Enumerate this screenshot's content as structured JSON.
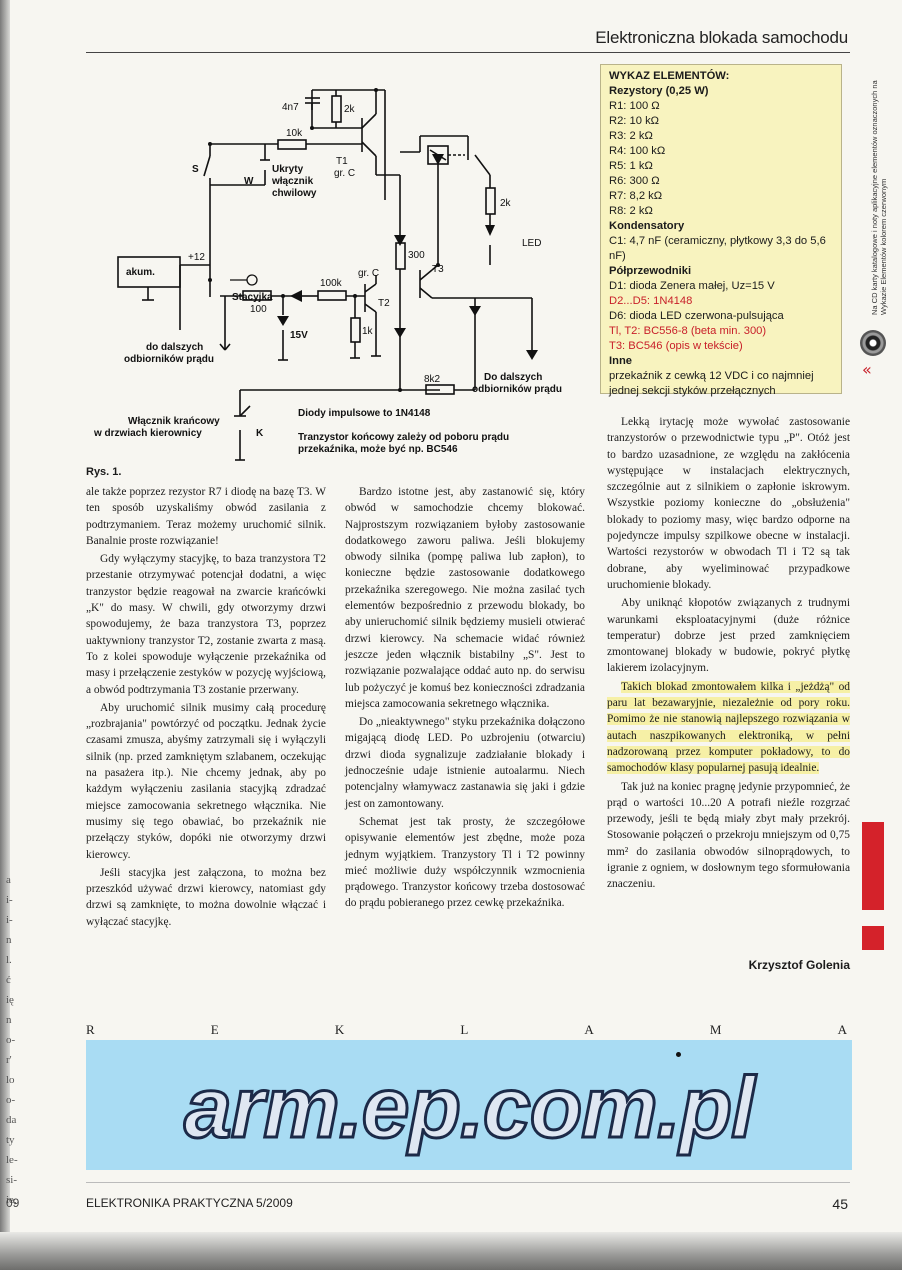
{
  "header": {
    "title": "Elektroniczna blokada samochodu"
  },
  "figure": {
    "caption": "Rys. 1.",
    "labels": {
      "c4n7": "4n7",
      "r2k_top": "2k",
      "r10k": "10k",
      "t1": "T1",
      "grc1": "gr. C",
      "s": "S",
      "w": "W",
      "ukryty": "Ukryty",
      "wlacznik": "włącznik",
      "chwilowy": "chwilowy",
      "r2k_led": "2k",
      "led": "LED",
      "t3": "T3",
      "akum": "akum.",
      "plus12": "+12",
      "stacyjka": "Stacyjka",
      "r300": "300",
      "r100k": "100k",
      "grc2": "gr. C",
      "t2": "T2",
      "r100": "100",
      "r1k": "1k",
      "z15v": "15V",
      "dalszych1": "do dalszych",
      "odbiornikow1": "odbiorników prądu",
      "r8k2": "8k2",
      "dalszych2": "Do dalszych",
      "odbiornikow2": "odbiorników prądu",
      "wlacznik_kr1": "Włącznik krańcowy",
      "wlacznik_kr2": "w drzwiach kierownicy",
      "k": "K",
      "note1": "Diody impulsowe to 1N4148",
      "note2": "Tranzystor końcowy zależy od poboru prądu",
      "note3": "przekaźnika, może być np. BC546"
    }
  },
  "parts": {
    "title": "WYKAZ ELEMENTÓW:",
    "lines": [
      {
        "t": "Rezystory (0,25 W)",
        "s": "sec"
      },
      {
        "t": "R1: 100 Ω",
        "s": ""
      },
      {
        "t": "R2: 10 kΩ",
        "s": ""
      },
      {
        "t": "R3: 2 kΩ",
        "s": ""
      },
      {
        "t": "R4: 100 kΩ",
        "s": ""
      },
      {
        "t": "R5: 1 kΩ",
        "s": ""
      },
      {
        "t": "R6: 300 Ω",
        "s": ""
      },
      {
        "t": "R7: 8,2 kΩ",
        "s": ""
      },
      {
        "t": "R8: 2 kΩ",
        "s": ""
      },
      {
        "t": "Kondensatory",
        "s": "sec"
      },
      {
        "t": "C1: 4,7 nF (ceramiczny, płytkowy 3,3 do 5,6 nF)",
        "s": ""
      },
      {
        "t": "Półprzewodniki",
        "s": "sec"
      },
      {
        "t": "D1: dioda Zenera małej, Uz=15 V",
        "s": ""
      },
      {
        "t": "D2...D5: 1N4148",
        "s": "red"
      },
      {
        "t": "D6: dioda LED czerwona-pulsująca",
        "s": ""
      },
      {
        "t": "Tl, T2: BC556-8 (beta min. 300)",
        "s": "red"
      },
      {
        "t": "T3: BC546 (opis w tekście)",
        "s": "red"
      },
      {
        "t": "Inne",
        "s": "sec"
      },
      {
        "t": "przekaźnik z cewką 12 VDC i co najmniej jednej sekcji styków przełącznych",
        "s": ""
      }
    ],
    "side_note": "Na CD karty katalogowe i noty aplikacyjne elementów oznaczonych na Wykazie Elementów kolorem czerwonym"
  },
  "col1": [
    "ale także poprzez rezystor R7 i diodę na bazę T3. W ten sposób uzyskaliśmy obwód zasilania z podtrzymaniem. Teraz możemy uruchomić silnik. Banalnie proste rozwiązanie!",
    "Gdy wyłączymy stacyjkę, to baza tranzystora T2 przestanie otrzymywać potencjał dodatni, a więc tranzystor będzie reagował na zwarcie krańcówki „K\" do masy. W chwili, gdy otworzymy drzwi spowodujemy, że baza tranzystora T3, poprzez uaktywniony tranzystor T2, zostanie zwarta z masą. To z kolei spowoduje wyłączenie przekaźnika od masy i przełączenie zestyków w pozycję wyjściową, a obwód podtrzymania T3 zostanie przerwany.",
    "Aby uruchomić silnik musimy całą procedurę „rozbrajania\" powtórzyć od początku. Jednak życie czasami zmusza, abyśmy zatrzymali się i wyłączyli silnik (np. przed zamkniętym szlabanem, oczekując na pasażera itp.). Nie chcemy jednak, aby po każdym wyłączeniu zasilania stacyjką zdradzać miejsce zamocowania sekretnego włącznika. Nie musimy się tego obawiać, bo przekaźnik nie przełączy styków, dopóki nie otworzymy drzwi kierowcy.",
    "Jeśli stacyjka jest załączona, to można bez przeszkód używać drzwi kierowcy, natomiast gdy drzwi są zamknięte, to można dowolnie włączać i wyłączać stacyjkę."
  ],
  "col2": [
    "Bardzo istotne jest, aby zastanowić się, który obwód w samochodzie chcemy blokować. Najprostszym rozwiązaniem byłoby zastosowanie dodatkowego zaworu paliwa. Jeśli blokujemy obwody silnika (pompę paliwa lub zapłon), to konieczne będzie zastosowanie dodatkowego przekaźnika szeregowego. Nie można zasilać tych elementów bezpośrednio z przewodu blokady, bo aby unieruchomić silnik będziemy musieli otwierać drzwi kierowcy. Na schemacie widać również jeszcze jeden włącznik bistabilny „S\". Jest to rozwiązanie pozwalające oddać auto np. do serwisu lub pożyczyć je komuś bez konieczności zdradzania miejsca zamocowania sekretnego włącznika.",
    "Do „nieaktywnego\" styku przekaźnika dołączono migającą diodę LED. Po uzbrojeniu (otwarciu) drzwi dioda sygnalizuje zadziałanie blokady i jednocześnie udaje istnienie autoalarmu. Niech potencjalny włamywacz zastanawia się jaki i gdzie jest on zamontowany.",
    "Schemat jest tak prosty, że szczegółowe opisywanie elementów jest zbędne, może poza jednym wyjątkiem. Tranzystory Tl i T2 powinny mieć możliwie duży współczynnik wzmocnienia prądowego. Tranzystor końcowy trzeba dostosować do prądu pobieranego przez cewkę przekaźnika."
  ],
  "col3": {
    "p1": "Lekką irytację może wywołać zastosowanie tranzystorów o przewodnictwie typu „P\". Otóż jest to bardzo uzasadnione, ze względu na zakłócenia występujące w instalacjach elektrycznych, szczególnie aut z silnikiem o zapłonie iskrowym. Wszystkie poziomy konieczne do „obsłużenia\" blokady to poziomy masy, więc bardzo odporne na pojedyncze impulsy szpilkowe obecne w instalacji. Wartości rezystorów w obwodach Tl i T2 są tak dobrane, aby wyeliminować przypadkowe uruchomienie blokady.",
    "p2": "Aby uniknąć kłopotów związanych z trudnymi warunkami eksploatacyjnymi (duże różnice temperatur) dobrze jest przed zamknięciem zmontowanej blokady w budowie, pokryć płytkę lakierem izolacyjnym.",
    "p3": "Takich blokad zmontowałem kilka i „jeżdżą\" od paru lat bezawaryjnie, niezależnie od pory roku. Pomimo że nie stanowią najlepszego rozwiązania w autach naszpikowanych elektroniką, w pełni nadzorowaną przez komputer pokładowy, to do samochodów klasy popularnej pasują idealnie.",
    "p4": "Tak już na koniec pragnę jedynie przypomnieć, że prąd o wartości 10...20 A potrafi nieźle rozgrzać przewody, jeśli te będą miały zbyt mały przekrój. Stosowanie połączeń o przekroju mniejszym od 0,75 mm² do zasilania obwodów silnoprądowych, to igranie z ogniem, w dosłownym tego sformułowania znaczeniu.",
    "author": "Krzysztof Golenia"
  },
  "ad": {
    "reklama": [
      "R",
      "E",
      "K",
      "L",
      "A",
      "M",
      "A"
    ],
    "url": "arm.ep.com.pl"
  },
  "footer": {
    "left": "ELEKTRONIKA PRAKTYCZNA 5/2009",
    "right": "45",
    "margin_page": "09"
  },
  "margin_fragments": [
    "a",
    "i-",
    "i-",
    "n",
    "l.",
    "ć",
    "ię",
    "n",
    "o-",
    "r'",
    "lo",
    "o-",
    "da",
    "ty",
    "le-",
    "si-",
    "ie,"
  ]
}
